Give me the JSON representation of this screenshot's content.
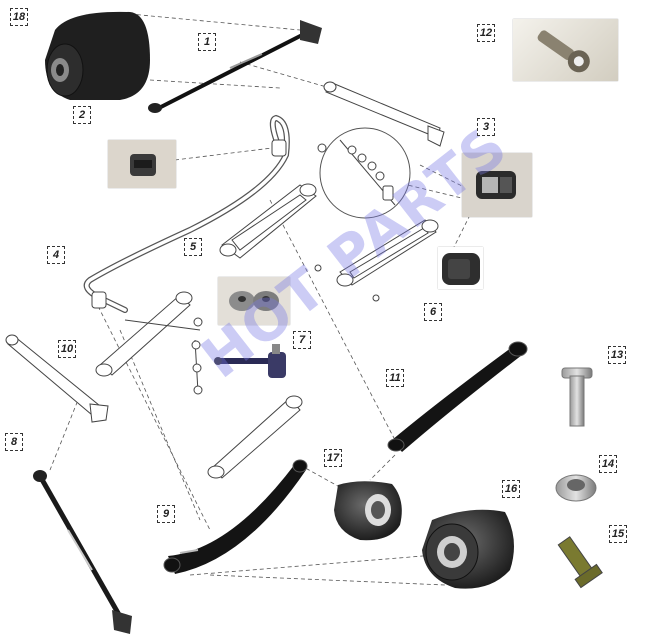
{
  "diagram": {
    "watermark": "HOT PARTS",
    "callouts": {
      "n1": "1",
      "n2": "2",
      "n3": "3",
      "n4": "4",
      "n5": "5",
      "n6": "6",
      "n7": "7",
      "n8": "8",
      "n9": "9",
      "n10": "10",
      "n11": "11",
      "n12": "12",
      "n13": "13",
      "n14": "14",
      "n15": "15",
      "n16": "16",
      "n17": "17",
      "n18": "18"
    }
  }
}
